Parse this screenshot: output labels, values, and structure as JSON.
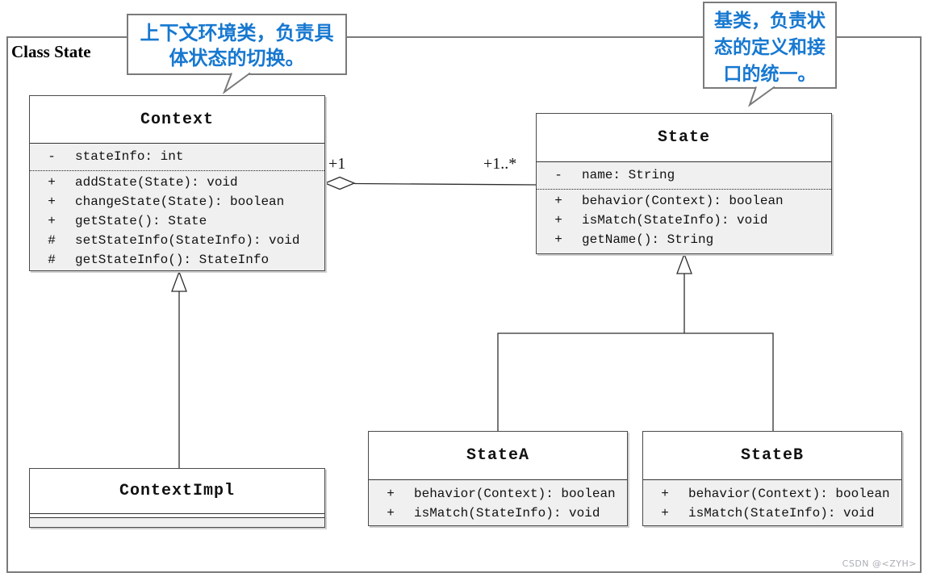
{
  "frame": {
    "title": "Class State"
  },
  "notes": {
    "context_note": {
      "lines": [
        "上下文环境类，负责具",
        "体状态的切换。"
      ]
    },
    "state_note": {
      "lines": [
        "基类，负责状",
        "态的定义和接",
        "口的统一。"
      ]
    }
  },
  "classes": {
    "context": {
      "title": "Context",
      "attributes": [
        {
          "vis": "-",
          "sig": "stateInfo: int"
        }
      ],
      "methods": [
        {
          "vis": "+",
          "sig": "addState(State): void"
        },
        {
          "vis": "+",
          "sig": "changeState(State): boolean"
        },
        {
          "vis": "+",
          "sig": "getState(): State"
        },
        {
          "vis": "#",
          "sig": "setStateInfo(StateInfo): void"
        },
        {
          "vis": "#",
          "sig": "getStateInfo(): StateInfo"
        }
      ]
    },
    "state": {
      "title": "State",
      "attributes": [
        {
          "vis": "-",
          "sig": "name: String"
        }
      ],
      "methods": [
        {
          "vis": "+",
          "sig": "behavior(Context): boolean"
        },
        {
          "vis": "+",
          "sig": "isMatch(StateInfo): void"
        },
        {
          "vis": "+",
          "sig": "getName(): String"
        }
      ]
    },
    "context_impl": {
      "title": "ContextImpl"
    },
    "state_a": {
      "title": "StateA",
      "methods": [
        {
          "vis": "+",
          "sig": "behavior(Context): boolean"
        },
        {
          "vis": "+",
          "sig": "isMatch(StateInfo): void"
        }
      ]
    },
    "state_b": {
      "title": "StateB",
      "methods": [
        {
          "vis": "+",
          "sig": "behavior(Context): boolean"
        },
        {
          "vis": "+",
          "sig": "isMatch(StateInfo): void"
        }
      ]
    }
  },
  "association": {
    "context_multiplicity": "+1",
    "state_multiplicity": "+1..*"
  },
  "watermark": "CSDN @<ZYH>",
  "colors": {
    "note_text": "#1778d0",
    "compartment_fill": "#f0f0f0",
    "frame_border": "#7a7a7a",
    "line": "#2e2e2e"
  }
}
